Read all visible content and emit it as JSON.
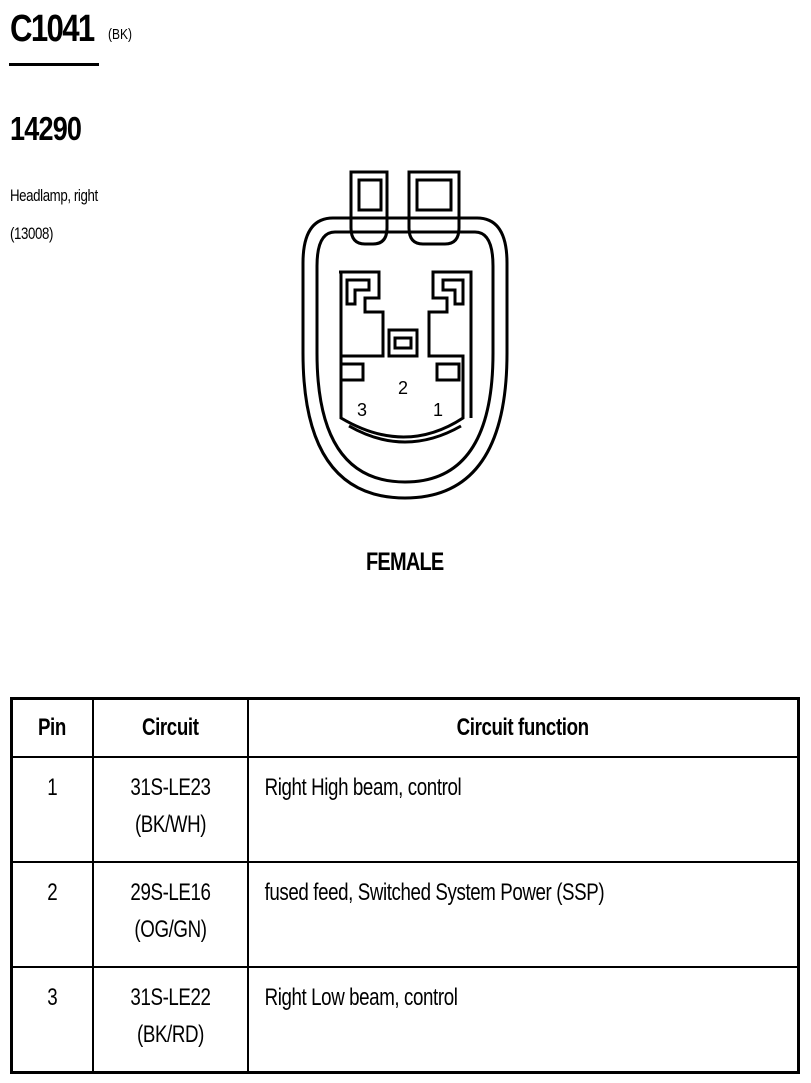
{
  "connector": {
    "id": "C1041",
    "color": "(BK)",
    "part_number": "14290",
    "description_lines": [
      "Headlamp, right",
      "(13008)"
    ],
    "gender": "FEMALE",
    "pin_labels": [
      "2",
      "3",
      "1"
    ]
  },
  "table": {
    "headers": {
      "pin": "Pin",
      "circuit": "Circuit",
      "function": "Circuit function"
    },
    "rows": [
      {
        "pin": "1",
        "circuit": "31S-LE23",
        "wire_color": "(BK/WH)",
        "function": "Right High beam, control"
      },
      {
        "pin": "2",
        "circuit": "29S-LE16",
        "wire_color": "(OG/GN)",
        "function": "fused feed, Switched System Power (SSP)"
      },
      {
        "pin": "3",
        "circuit": "31S-LE22",
        "wire_color": "(BK/RD)",
        "function": "Right Low beam, control"
      }
    ]
  }
}
